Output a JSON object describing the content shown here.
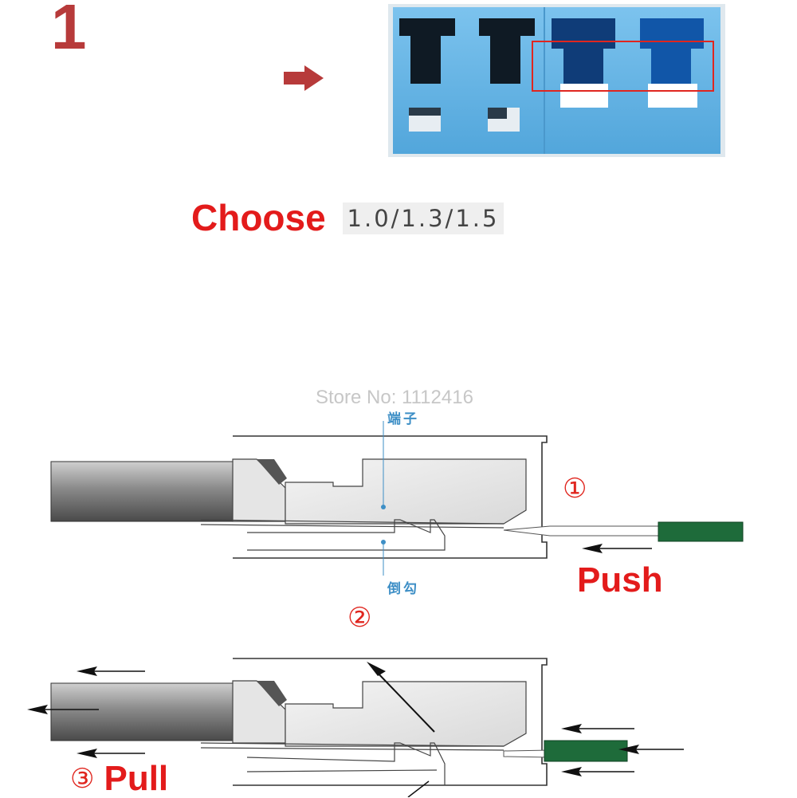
{
  "step": {
    "number": "1"
  },
  "instruction": {
    "action": "Choose",
    "sizes": "1.0/1.3/1.5"
  },
  "watermark": "Store No: 1112416",
  "labels": {
    "terminal": "端子",
    "barb": "倒勾"
  },
  "steps": {
    "one": "①",
    "two": "②",
    "three": "③"
  },
  "actions": {
    "push": "Push",
    "pull": "Pull"
  },
  "colors": {
    "accent_red": "#e31b1b",
    "step_red": "#b73a3a",
    "connector_blue": "#5fb2e2",
    "label_blue": "#3e8fc6",
    "tool_green": "#1e6b3a"
  }
}
